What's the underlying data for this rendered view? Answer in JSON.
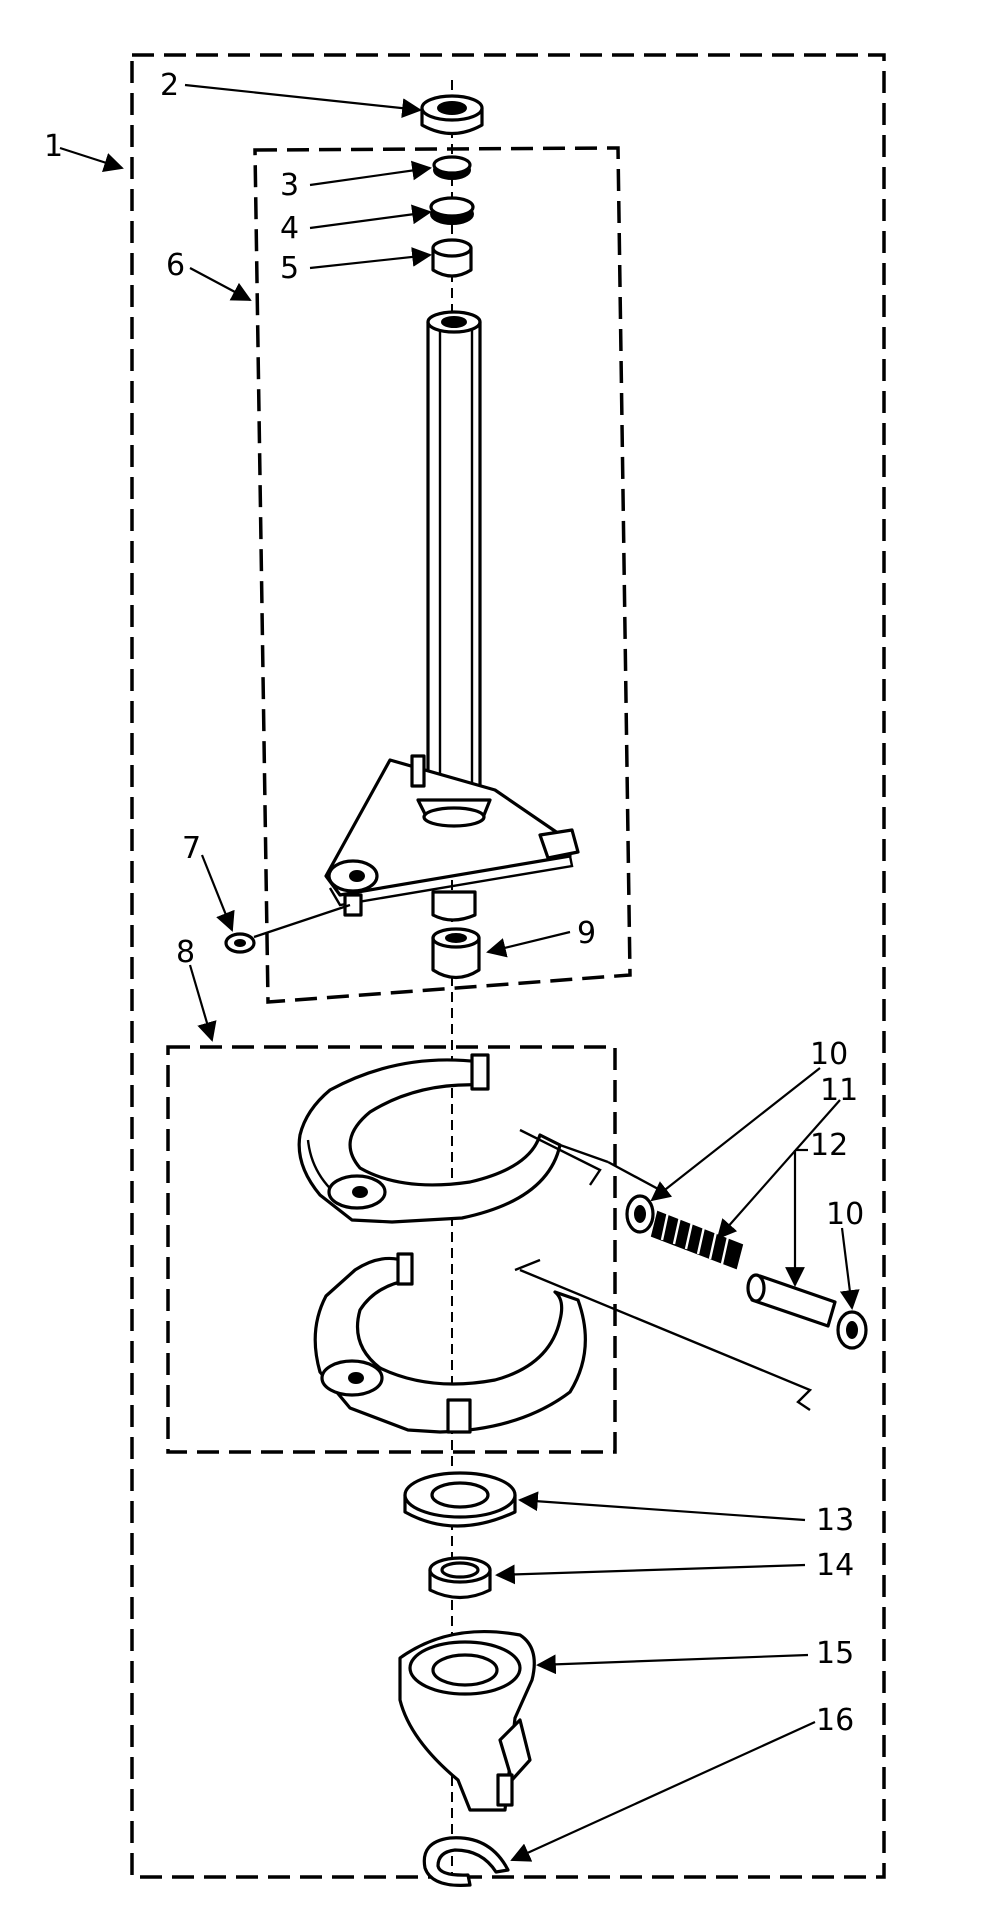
{
  "callouts": {
    "c1": "1",
    "c2": "2",
    "c3": "3",
    "c4": "4",
    "c5": "5",
    "c6": "6",
    "c7": "7",
    "c8": "8",
    "c9": "9",
    "c10a": "10",
    "c11": "11",
    "c12": "12",
    "c10b": "10",
    "c13": "13",
    "c14": "14",
    "c15": "15",
    "c16": "16"
  }
}
